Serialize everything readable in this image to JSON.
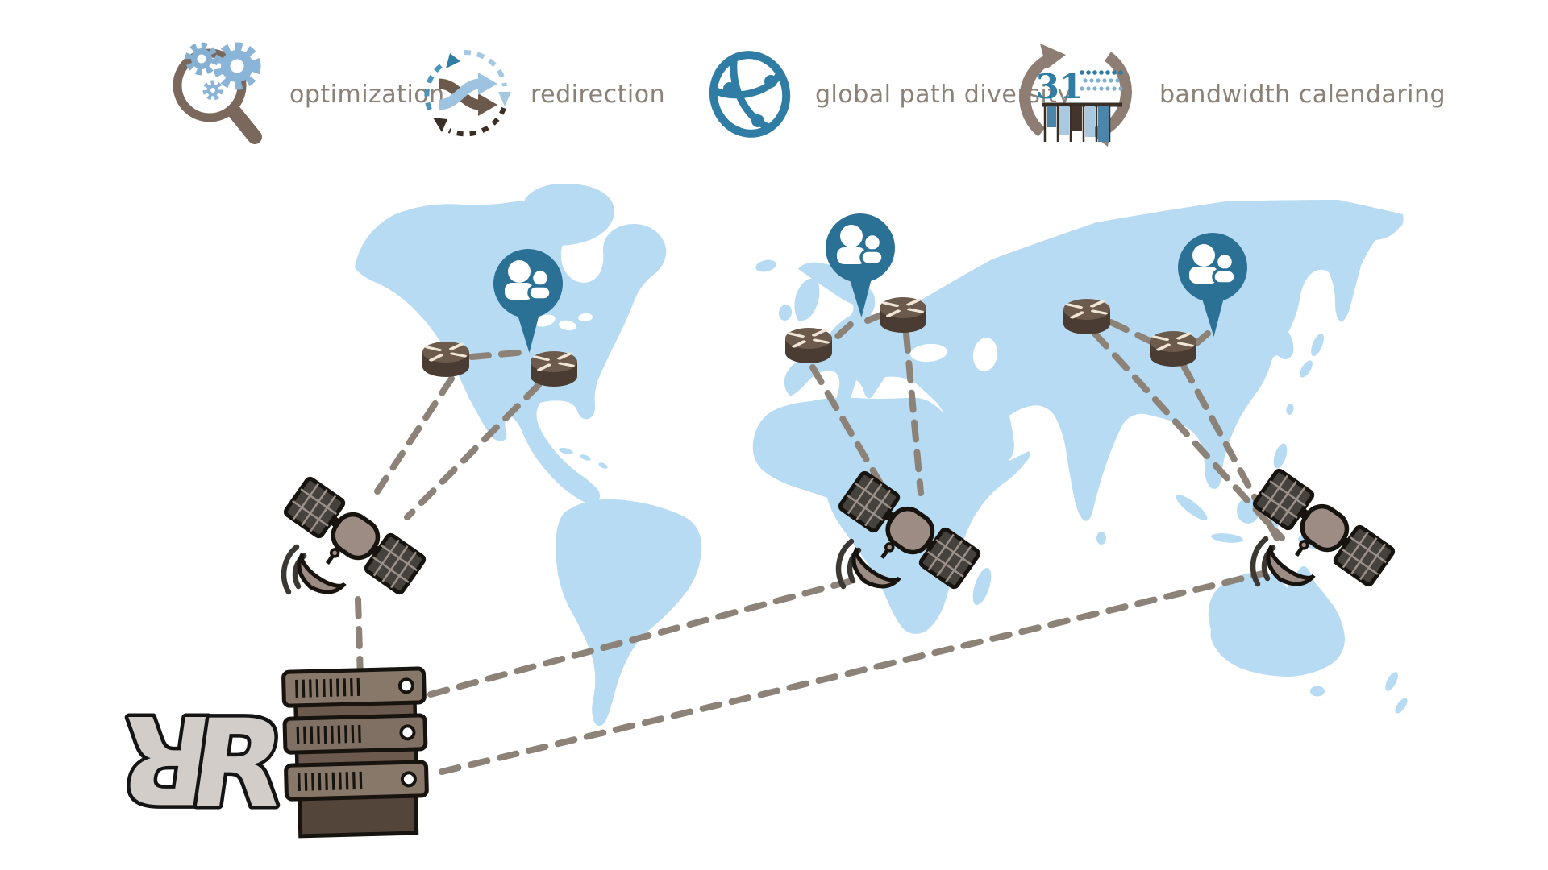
{
  "legend": {
    "text_color": "#8b8177",
    "items": [
      {
        "label": "optimization",
        "icon": "magnifier-gears-icon"
      },
      {
        "label": "redirection",
        "icon": "shuffle-arrows-icon"
      },
      {
        "label": "global path diversity",
        "icon": "network-globe-icon"
      },
      {
        "label": "bandwidth calendaring",
        "icon": "calendar-cycle-icon",
        "day_number": "31"
      }
    ]
  },
  "diagram": {
    "description_elements": {
      "user_location_pins": [
        "north-america",
        "europe",
        "east-asia"
      ],
      "router_count": 6,
      "satellite_count": 3,
      "server_rack_units": 3,
      "logo": "interlocked double-R monogram"
    },
    "colors": {
      "map_land": "#b6dbf2",
      "pin_blue": "#2b7095",
      "router_top": "#6c5a4c",
      "router_side": "#4a3c32",
      "link_dash": "#8d8278",
      "satellite_body": "#9c8c83",
      "satellite_panel": "#45413c",
      "outline": "#17130f",
      "server_face": "#877869",
      "server_base": "#54453a",
      "logo_fill": "#d3cdc9",
      "accent_teal": "#2f7da4",
      "gear_blue": "#8ab5d8",
      "arrow_light_blue": "#9ec3e0",
      "arrow_brown": "#6b5a4c",
      "arrow_dark": "#3a2f26"
    }
  }
}
